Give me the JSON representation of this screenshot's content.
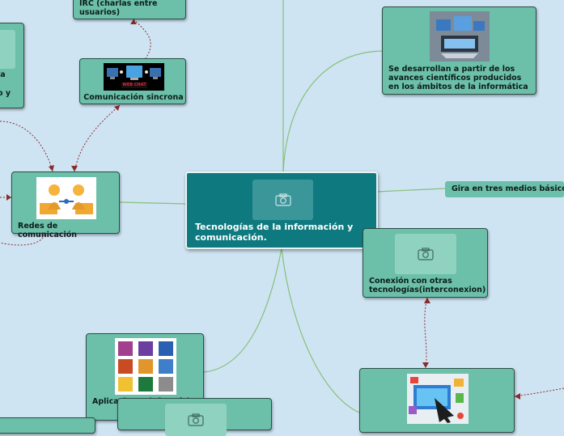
{
  "central": {
    "title": "Tecnologías de la información y comunicación.",
    "image_icon": "camera-icon"
  },
  "nodes": {
    "irc": {
      "text": "IRC (charlas entre usuarios)"
    },
    "left_partial": {
      "line1": "ia",
      "line2": "o y"
    },
    "comunicacion": {
      "text": "Comunicación sincrona",
      "image_icon": "web-chat-icon",
      "badge": "WEB CHAT"
    },
    "redes": {
      "text": "Redes de comunicación",
      "image_icon": "network-people-icon"
    },
    "avances": {
      "text": "Se desarrollan a partir de los avances científicos producidos en los ámbitos de la informática",
      "image_icon": "technology-devices-icon"
    },
    "gira": {
      "text": "Gira en tres medios básicos"
    },
    "conexion": {
      "text": "Conexión con otras tecnologías(interconexion)",
      "image_icon": "camera-icon"
    },
    "aplicaciones": {
      "text": "Aplicaciones informáticas",
      "image_icon": "office-apps-icon"
    },
    "bottom_center": {
      "image_icon": "camera-icon"
    },
    "bottom_right": {
      "image_icon": "digital-media-icon"
    }
  },
  "colors": {
    "background": "#cfe4f3",
    "node_fill": "#6cbfa9",
    "central_fill": "#0e7a80",
    "solid_link": "#86bf7a",
    "dotted_link": "#8a2b2b"
  }
}
